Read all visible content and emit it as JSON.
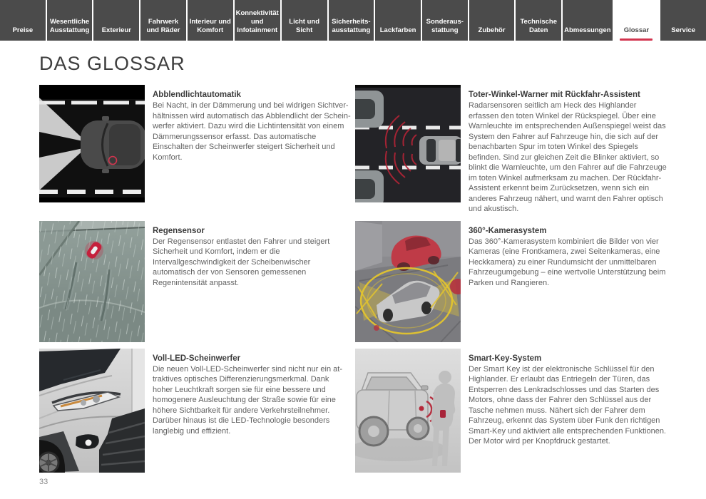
{
  "tabs": [
    {
      "label": "Preise",
      "active": false
    },
    {
      "label": "Wesentliche Ausstattung",
      "active": false
    },
    {
      "label": "Exterieur",
      "active": false
    },
    {
      "label": "Fahrwerk und Räder",
      "active": false
    },
    {
      "label": "Interieur und Komfort",
      "active": false
    },
    {
      "label": "Konnektivität und Infotainment",
      "active": false
    },
    {
      "label": "Licht und Sicht",
      "active": false
    },
    {
      "label": "Sicherheits­ausstattung",
      "active": false
    },
    {
      "label": "Lackfarben",
      "active": false
    },
    {
      "label": "Sonderaus­stattung",
      "active": false
    },
    {
      "label": "Zubehör",
      "active": false
    },
    {
      "label": "Technische Daten",
      "active": false
    },
    {
      "label": "Abmessungen",
      "active": false
    },
    {
      "label": "Glossar",
      "active": true
    },
    {
      "label": "Service",
      "active": false
    }
  ],
  "page": {
    "title": "DAS GLOSSAR",
    "page_number": "33"
  },
  "entries": [
    {
      "title": "Abblendlichtautomatik",
      "body": "Bei Nacht, in der Dämmerung und bei widrigen Sichtver­hältnissen wird automatisch das Abblendlicht der Schein­werfer aktiviert. Dazu wird die Lichtintensität von einem Dämmerungssensor erfasst. Das automatische Einschalten der Scheinwerfer steigert Sicherheit und Komfort.",
      "image": "auto-dim-headlights-illustration"
    },
    {
      "title": "Toter-Winkel-Warner mit Rückfahr-Assistent",
      "body": "Radarsensoren seitlich am Heck des Highlander erfassen den toten Winkel der Rückspiegel. Über eine Warnleuchte im entsprechenden Außenspiegel weist das System den Fahrer auf Fahrzeuge hin, die sich auf der benachbarten Spur im toten Winkel des Spiegels befinden. Sind zur glei­chen Zeit die Blinker aktiviert, so blinkt die Warnleuchte, um den Fahrer auf die Fahrzeuge im toten Winkel auf­merksam zu machen. Der Rückfahr-Assistent erkennt beim Zurücksetzen, wenn sich ein anderes Fahrzeug nähert, und warnt den Fahrer optisch und akustisch.",
      "image": "blind-spot-monitor-illustration"
    },
    {
      "title": "Regensensor",
      "body": "Der Regensensor entlastet den Fahrer und steigert Sicher­heit und Komfort, indem er die Intervallgeschwindigkeit der Scheibenwischer automatisch der von Sensoren ge­messenen Regenintensität anpasst.",
      "image": "rain-sensor-windshield-photo"
    },
    {
      "title": "360°-Kamerasystem",
      "body": "Das 360°-Kamerasystem kombiniert die Bilder von vier Kameras (eine Frontkamera, zwei Seitenkameras, eine Heckkamera) zu einer Rundumsicht der unmittelbaren Fahrzeugumgebung – eine wertvolle Unterstützung beim Parken und Rangieren.",
      "image": "surround-view-camera-illustration"
    },
    {
      "title": "Voll-LED-Scheinwerfer",
      "body": "Die neuen Voll-LED-Scheinwerfer sind nicht nur ein at­traktives optisches Differenzierungsmerkmal. Dank hoher Leuchtkraft sorgen sie für eine bessere und homogenere Ausleuchtung der Straße sowie für eine höhere Sichtbar­keit für andere Verkehrsteilnehmer. Darüber hinaus ist die LED-Technologie besonders langlebig und effizient.",
      "image": "led-headlight-closeup-photo"
    },
    {
      "title": "Smart-Key-System",
      "body": "Der Smart Key ist der elektronische Schlüssel für den High­lander. Er erlaubt das Entriegeln der Türen, das Entsperren des Lenkradschlosses und das Starten des Motors, ohne dass der Fahrer den Schlüssel aus der Tasche nehmen muss. Nähert sich der Fahrer dem Fahrzeug, erkennt das System über Funk den richtigen Smart-Key und aktiviert alle entsprechenden Funktionen. Der Motor wird per Knopfdruck gestartet.",
      "image": "smart-key-illustration"
    }
  ],
  "colors": {
    "accent_red": "#d2344e",
    "tab_background": "#4b4b4b",
    "heading_text": "#3e3e3e",
    "body_text": "#616161"
  }
}
